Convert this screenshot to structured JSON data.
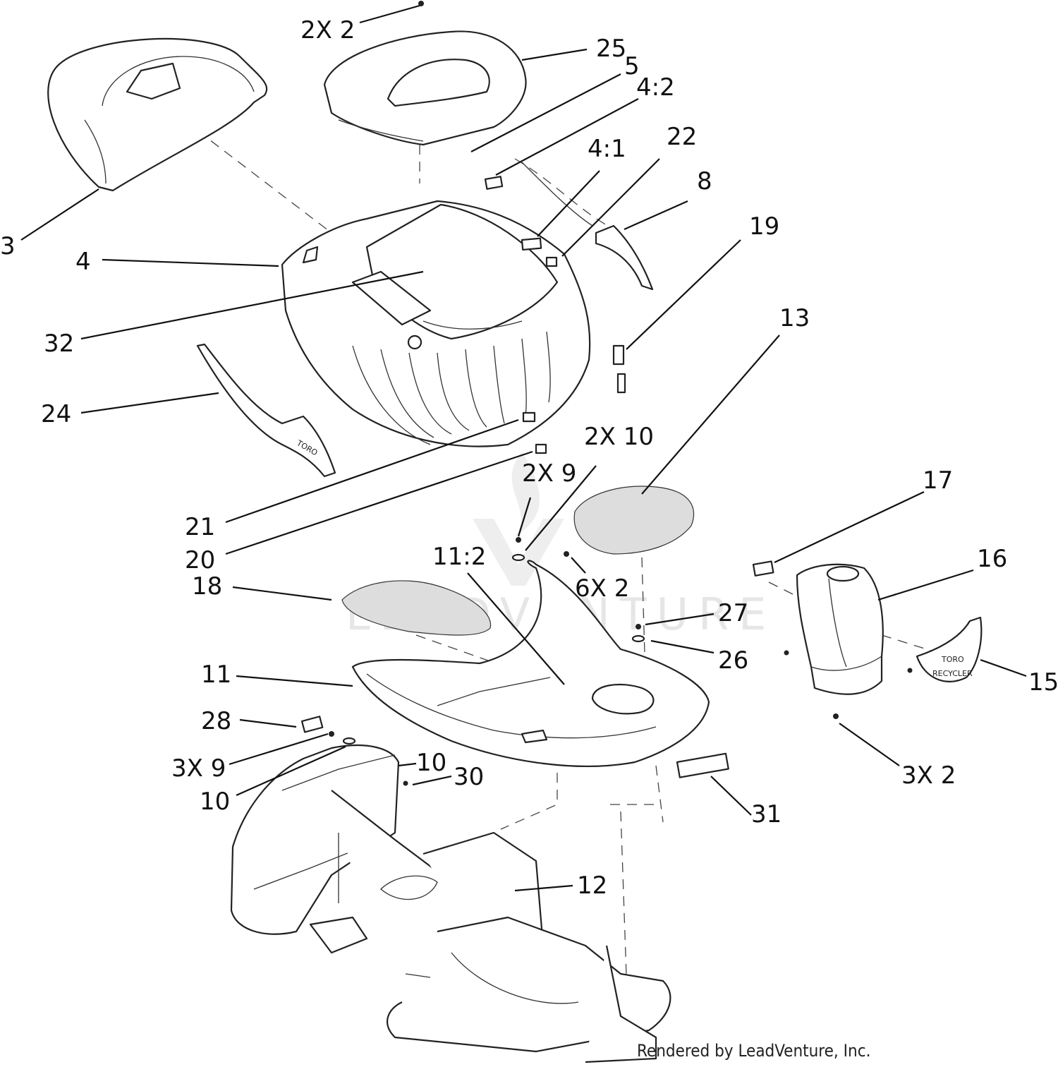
{
  "callouts": [
    {
      "label": "2X 2"
    },
    {
      "label": "25"
    },
    {
      "label": "5"
    },
    {
      "label": "4:2"
    },
    {
      "label": "4:1"
    },
    {
      "label": "22"
    },
    {
      "label": "8"
    },
    {
      "label": "19"
    },
    {
      "label": "3"
    },
    {
      "label": "4"
    },
    {
      "label": "32"
    },
    {
      "label": "24"
    },
    {
      "label": "13"
    },
    {
      "label": "2X 10"
    },
    {
      "label": "2X 9"
    },
    {
      "label": "17"
    },
    {
      "label": "16"
    },
    {
      "label": "21"
    },
    {
      "label": "20"
    },
    {
      "label": "11:2"
    },
    {
      "label": "6X 2"
    },
    {
      "label": "18"
    },
    {
      "label": "27"
    },
    {
      "label": "26"
    },
    {
      "label": "15"
    },
    {
      "label": "11"
    },
    {
      "label": "28"
    },
    {
      "label": "10"
    },
    {
      "label": "3X 9"
    },
    {
      "label": "30"
    },
    {
      "label": "10"
    },
    {
      "label": "31"
    },
    {
      "label": "3X 2"
    },
    {
      "label": "12"
    }
  ],
  "decals": {
    "toro_label": "TORO",
    "recycler_label": "RECYCLER"
  },
  "watermark": "LEADVENTURE",
  "credit": "Rendered by LeadVenture, Inc."
}
